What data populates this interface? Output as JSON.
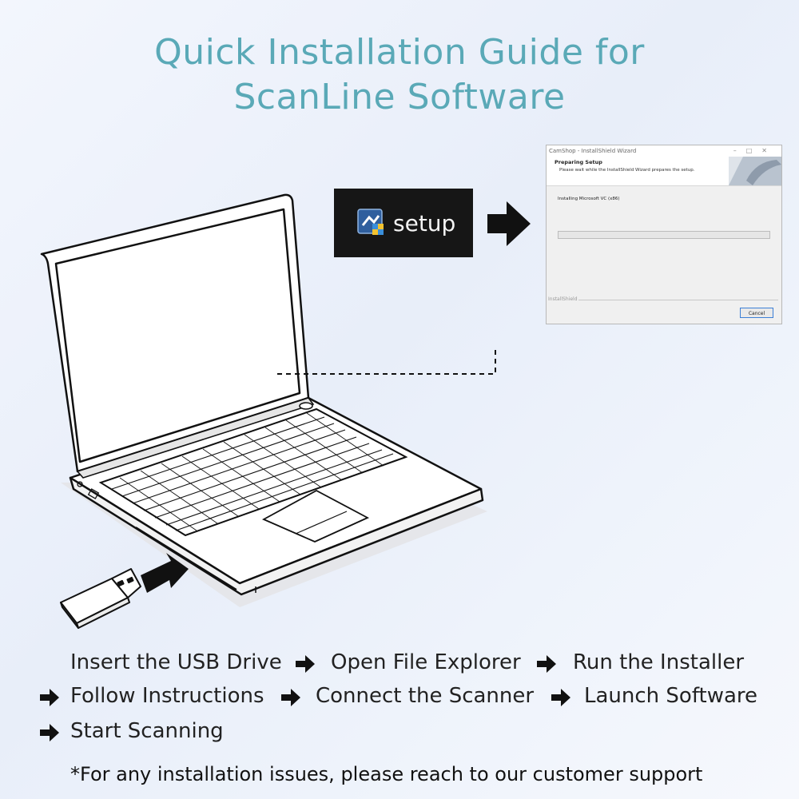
{
  "title": {
    "line1": "Quick Installation Guide for",
    "line2": "ScanLine Software"
  },
  "setup_shortcut": {
    "label": "setup",
    "icon": "installer-icon"
  },
  "wizard": {
    "window_title": "CamShop - InstallShield Wizard",
    "header_title": "Preparing Setup",
    "header_subtitle": "Please wait while the InstallShield Wizard prepares the setup.",
    "status": "Installing Microsoft VC (x86)",
    "brand": "InstallShield",
    "cancel_label": "Cancel"
  },
  "steps": [
    "Insert the USB Drive",
    "Open File Explorer",
    "Run the Installer",
    "Follow Instructions",
    "Connect the Scanner",
    "Launch Software",
    "Start Scanning"
  ],
  "footnote": "*For any installation issues, please reach to our customer support",
  "colors": {
    "title": "#5aa9b7",
    "text": "#222222",
    "setup_bg": "#161616"
  }
}
